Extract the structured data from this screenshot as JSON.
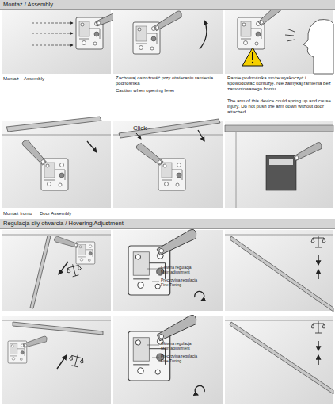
{
  "diagram": {
    "nodes": [
      {
        "text": [
          "Montaż / Assembly"
        ]
      },
      {
        "text": [
          "Regulacja siły otwarcia / Hovering Adjustment"
        ]
      }
    ],
    "labels": [
      "Montaż",
      "Assembly",
      "Zachowaj ostrożność przy otwieraniu ramienia podnośnika",
      "Caution when opening lever",
      "Ramie podnośnika może wyskoczyć i spowodować kontuzję. Nie zamykaj ramienia bez zamontowanego frontu.",
      "The arm of this device could spring up and cause injury. Do not push the arm down without door attached.",
      "Click",
      "Montaż frontu",
      "Door Assembly",
      "Główna regulacja",
      "Main adjustment",
      "Precyzyjna regulacja",
      "Fine Tuning",
      "Główna regulacja",
      "Main adjustment",
      "Precyzyjna regulacja",
      "Fine Tuning"
    ]
  }
}
